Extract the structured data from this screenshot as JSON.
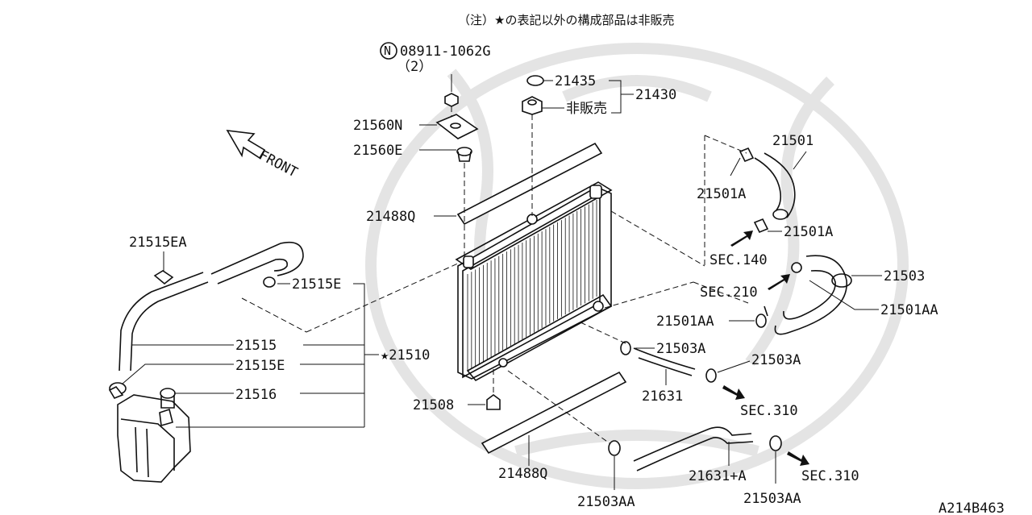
{
  "note": "（注）★の表記以外の構成部品は非販売",
  "front_label": "FRONT",
  "figure_id": "A214B463",
  "parts": {
    "nut_code": "08911-1062G",
    "nut_circle": "N",
    "nut_qty": "（2）",
    "cap_21435": "21435",
    "cap_assy_21430": "21430",
    "not_sold": "非販売",
    "bracket_21560N": "21560N",
    "mount_21560E": "21560E",
    "seal_21488Q_top": "21488Q",
    "seal_21488Q_bottom": "21488Q",
    "hose_21501": "21501",
    "clamp_21501A_top": "21501A",
    "clamp_21501A_bottom": "21501A",
    "sec_140": "SEC.140",
    "sec_210": "SEC.210",
    "hose_21503": "21503",
    "clamp_21501AA_right": "21501AA",
    "clamp_21501AA_left": "21501AA",
    "clamp_21503A_upper": "21503A",
    "clamp_21503A_right": "21503A",
    "hose_21631": "21631",
    "sec_310_upper": "SEC.310",
    "drain_21508": "21508",
    "hose_21631A": "21631+A",
    "clamp_21503AA_left": "21503AA",
    "clamp_21503AA_right": "21503AA",
    "sec_310_lower": "SEC.310",
    "clip_21515EA": "21515EA",
    "clamp_21515E_upper": "21515E",
    "hose_21515": "21515",
    "clamp_21515E_lower": "21515E",
    "tank_assy_21510": "★21510",
    "cap_21516": "21516"
  }
}
